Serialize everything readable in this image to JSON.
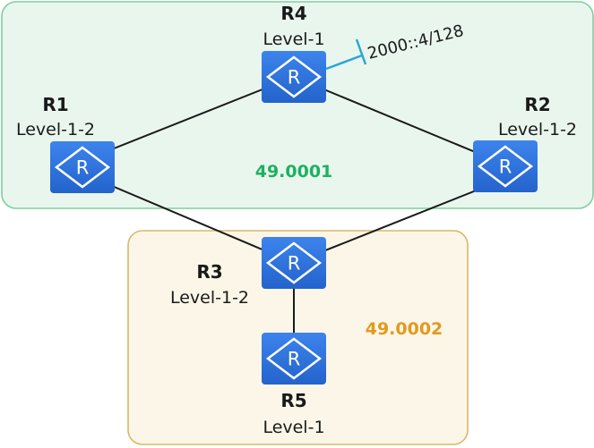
{
  "colors": {
    "area1_fill": "#e9f6ee",
    "area1_border": "#7ecf9c",
    "area1_text": "#1fb060",
    "area2_fill": "#fbf6e8",
    "area2_border": "#d8b86a",
    "area2_text": "#e29a1d",
    "router_fill": "#2a6fd8",
    "router_fill_light": "#3c84ec",
    "router_symbol": "#ffffff",
    "link": "#1a1a1a",
    "interface": "#2aa7d6"
  },
  "areas": {
    "area1": {
      "id": "49.0001"
    },
    "area2": {
      "id": "49.0002"
    }
  },
  "routers": {
    "r1": {
      "name": "R1",
      "level": "Level-1-2",
      "icon": "router-icon"
    },
    "r2": {
      "name": "R2",
      "level": "Level-1-2",
      "icon": "router-icon"
    },
    "r3": {
      "name": "R3",
      "level": "Level-1-2",
      "icon": "router-icon"
    },
    "r4": {
      "name": "R4",
      "level": "Level-1",
      "icon": "router-icon",
      "interface_address": "2000::4/128"
    },
    "r5": {
      "name": "R5",
      "level": "Level-1",
      "icon": "router-icon"
    }
  },
  "links": [
    {
      "from": "R1",
      "to": "R4"
    },
    {
      "from": "R4",
      "to": "R2"
    },
    {
      "from": "R1",
      "to": "R3"
    },
    {
      "from": "R2",
      "to": "R3"
    },
    {
      "from": "R3",
      "to": "R5"
    }
  ]
}
